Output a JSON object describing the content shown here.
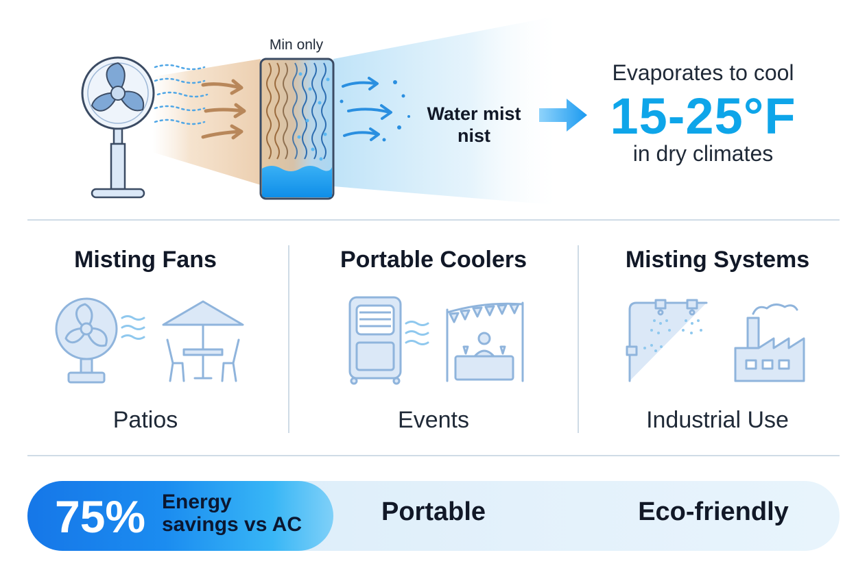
{
  "hero": {
    "pad_label": "Min only",
    "mist_label_line1": "Water mist",
    "mist_label_line2": "nist",
    "cooling_title": "Evaporates to cool",
    "cooling_value": "15-25°F",
    "cooling_subtitle": "in dry climates"
  },
  "columns": [
    {
      "title": "Misting Fans",
      "label": "Patios",
      "icons": [
        "fan-icon",
        "patio-table-icon"
      ]
    },
    {
      "title": "Portable Coolers",
      "label": "Events",
      "icons": [
        "evaporative-cooler-icon",
        "event-tent-icon"
      ]
    },
    {
      "title": "Misting Systems",
      "label": "Industrial Use",
      "icons": [
        "mist-pipe-icon",
        "factory-icon"
      ]
    }
  ],
  "benefits": {
    "savings_percent": "75%",
    "savings_line1": "Energy",
    "savings_line2": "savings vs AC",
    "features": [
      "Portable",
      "Eco-friendly"
    ]
  },
  "colors": {
    "accent_blue": "#0ea5e9",
    "pill_blue": "#1677e8",
    "icon_blue": "#8fb4dc",
    "icon_fill": "#dbe8f7",
    "warm_air": "#b8875a",
    "divider": "#cfdbe6"
  }
}
